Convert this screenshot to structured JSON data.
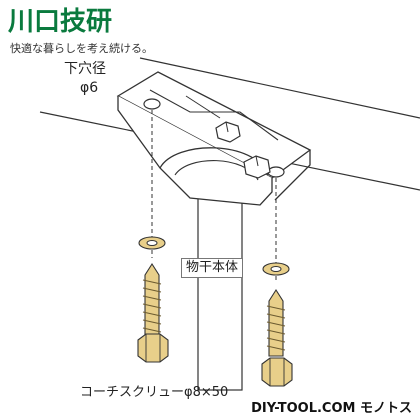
{
  "brand": {
    "name": "川口技研",
    "tagline": "快適な暮らしを考え続ける。"
  },
  "labels": {
    "hole_title": "下穴径",
    "hole_size": "φ6",
    "pole": "物干本体",
    "screw": "コーチスクリューφ8×50"
  },
  "footer": {
    "site": "DIY-TOOL.COM モノトス"
  },
  "colors": {
    "brand": "#0a7a3e",
    "line": "#333333",
    "screw": "#e8cf8a",
    "fill_light": "#f7f7f7"
  }
}
